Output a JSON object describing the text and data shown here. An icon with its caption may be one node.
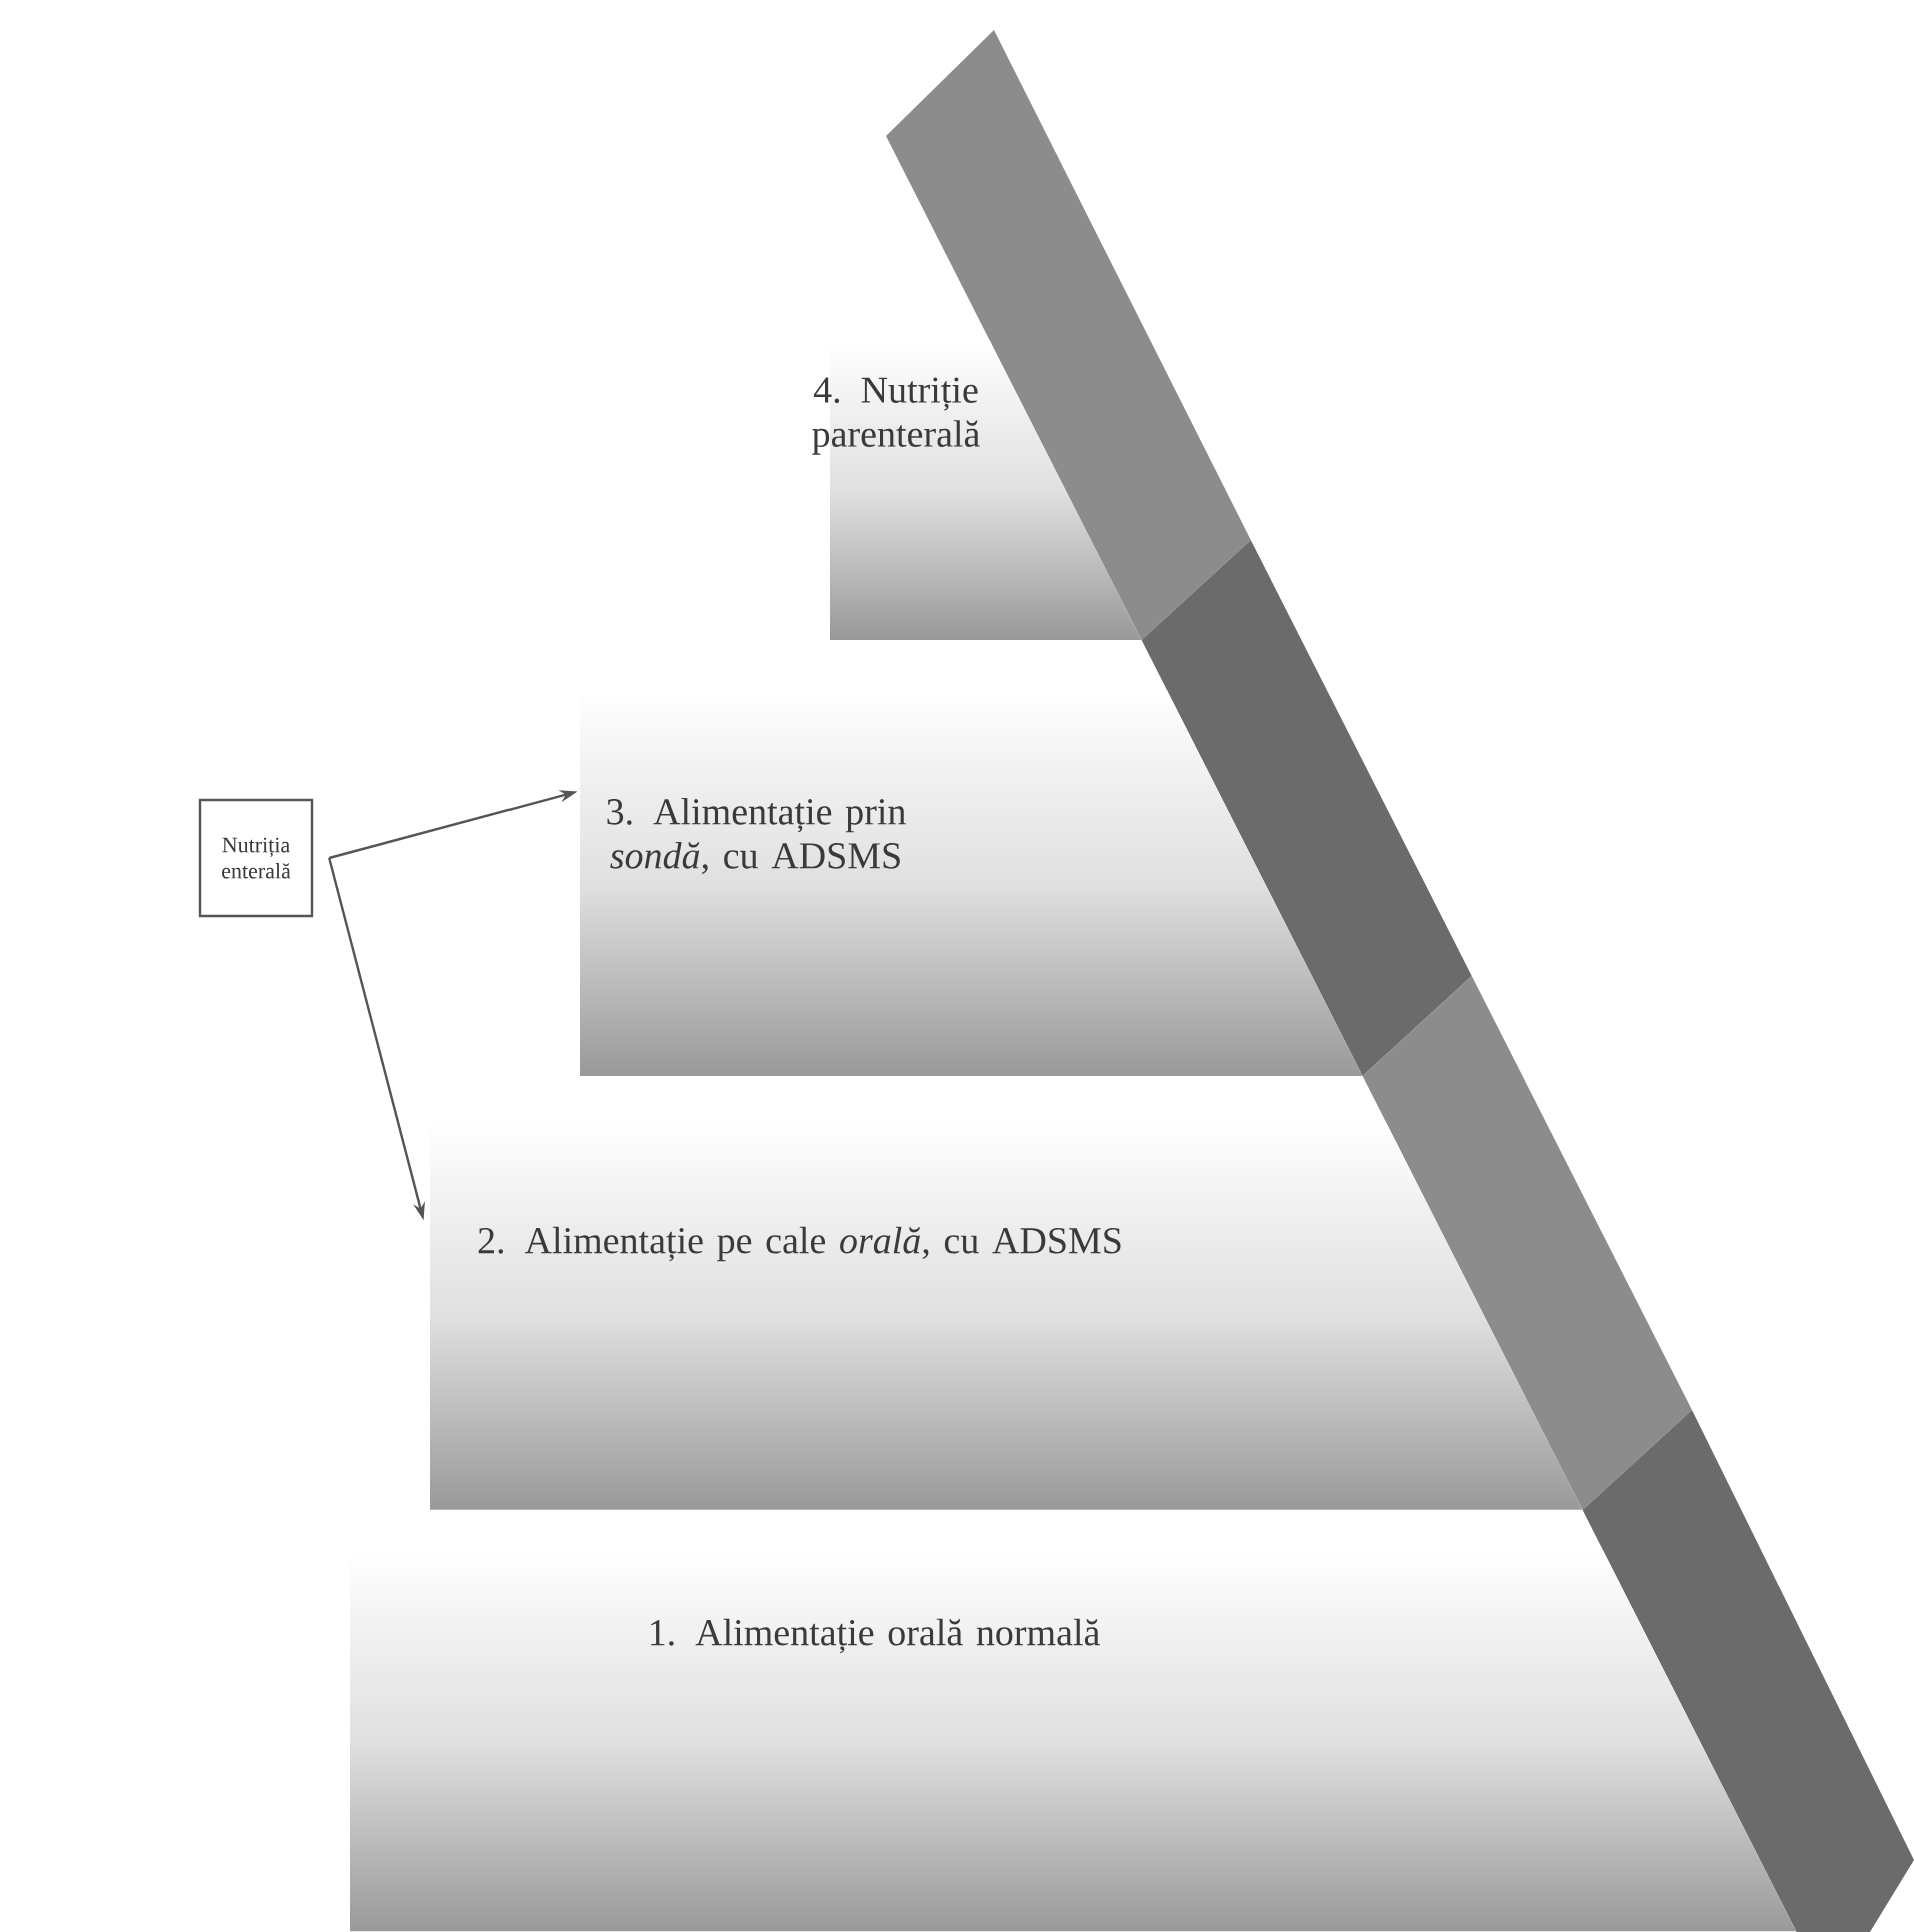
{
  "diagram": {
    "nodes": [
      {
        "text": [
          "4. Nutriție parenterală"
        ]
      },
      {
        "text": [
          "3. Alimentație prin *sondă*, cu ADSMS"
        ]
      },
      {
        "text": [
          "2. Alimentație pe cale *orală*, cu ADSMS"
        ]
      },
      {
        "text": [
          "1. Alimentație orală normală"
        ]
      },
      {
        "text": [
          "Nutriția enterală"
        ]
      }
    ],
    "edges": [
      {
        "from": 4,
        "to": 1,
        "arrow": "to"
      },
      {
        "from": 4,
        "to": 2,
        "arrow": "to"
      }
    ]
  }
}
